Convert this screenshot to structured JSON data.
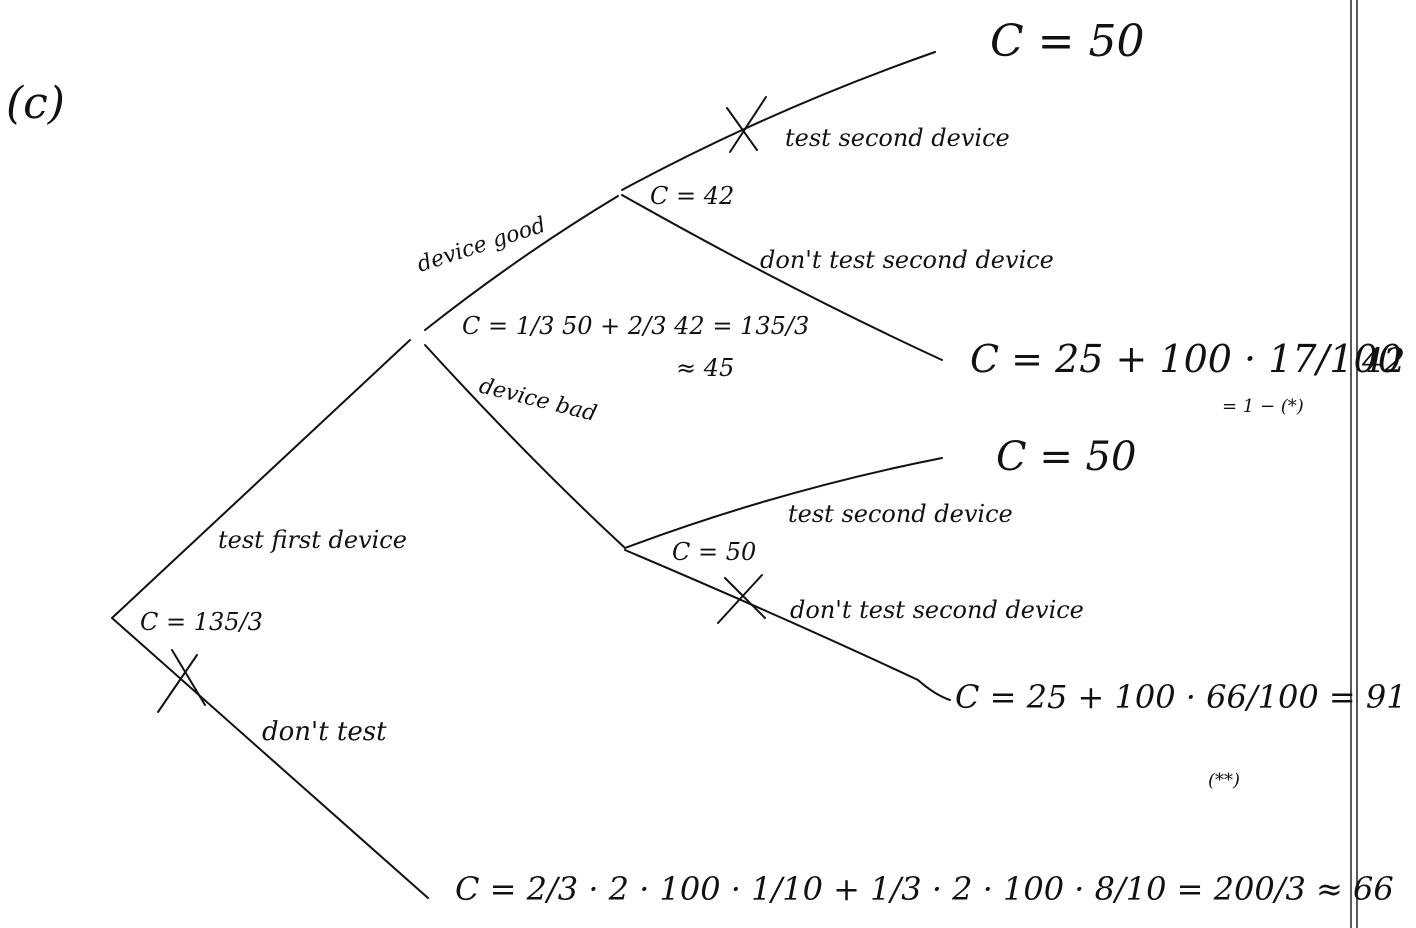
{
  "part_label": "(c)",
  "edges": {
    "test_second_device_top": "test second device",
    "dont_test_second_device_top": "don't test second device",
    "device_good": "device good",
    "device_bad": "device bad",
    "test_first_device": "test first device",
    "dont_test": "don't test",
    "test_second_device_bottom": "test second device",
    "dont_test_second_device_bottom": "don't test second device"
  },
  "nodes": {
    "root_cost": "C = 135/3",
    "good_node_cost": "C = 42",
    "chance_node_cost": "C = 1/3 50 + 2/3 42 = 135/3",
    "chance_node_approx": "≈ 45",
    "bad_node_cost": "C = 50"
  },
  "outcomes": {
    "top_test": "C = 50",
    "top_dont_test_expr": "C = 25 + 100 · 17/100 =",
    "top_dont_test_result": "42",
    "top_dont_test_note": "= 1 − (*)",
    "bottom_test": "C = 50",
    "bottom_dont_test_expr": "C = 25 + 100 · 66/100 = 91",
    "bottom_dont_test_note": "(**)",
    "no_test_expr": "C = 2/3 · 2 · 100 · 1/10 + 1/3 · 2 · 100 · 8/10 = 200/3 ≈ 66"
  }
}
